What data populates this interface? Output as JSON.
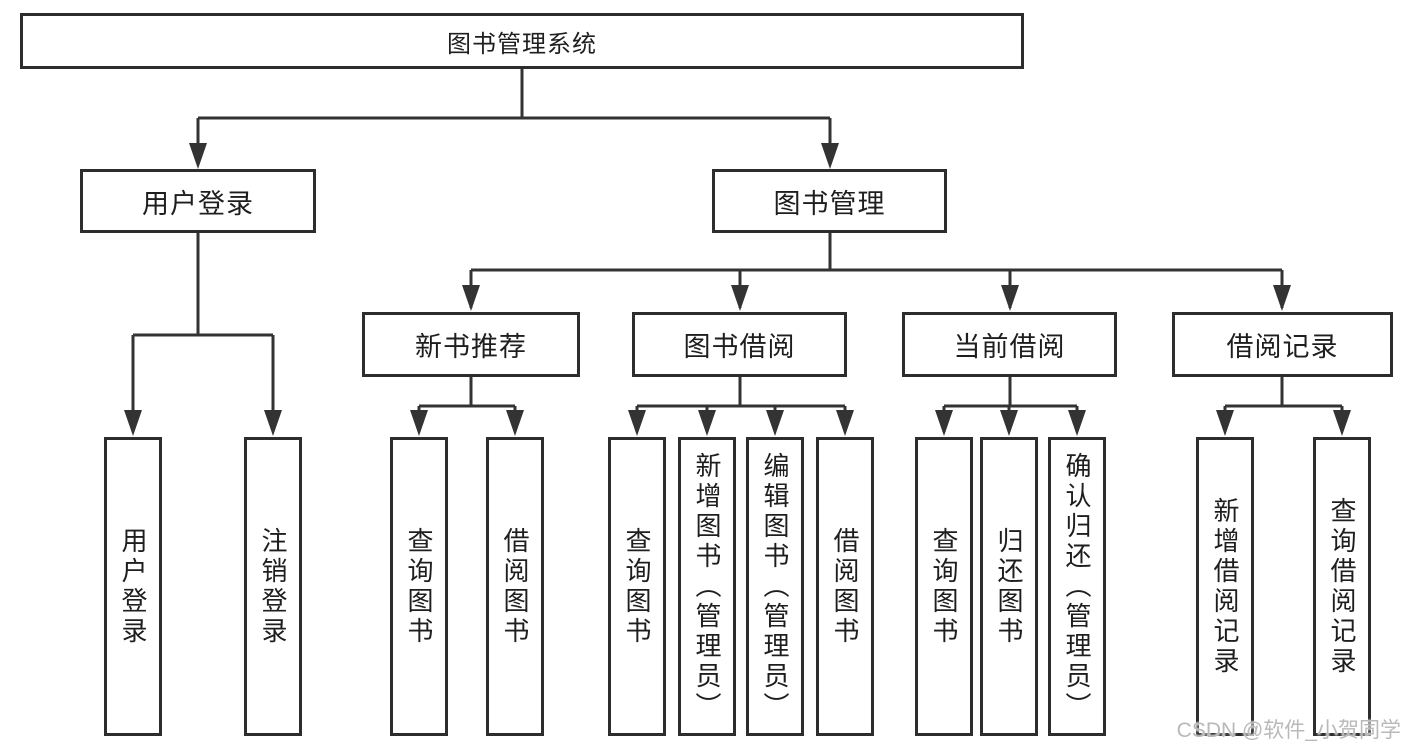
{
  "tree": {
    "root": {
      "label": "图书管理系统"
    },
    "branches": {
      "user_login": {
        "label": "用户登录",
        "leaves": {
          "login": {
            "label": "用户登录"
          },
          "logout": {
            "label": "注销登录"
          }
        }
      },
      "book_management": {
        "label": "图书管理",
        "sections": {
          "new_book_recommend": {
            "label": "新书推荐",
            "leaves": {
              "query_books": {
                "label": "查询图书"
              },
              "borrow_books": {
                "label": "借阅图书"
              }
            }
          },
          "book_borrowing": {
            "label": "图书借阅",
            "leaves": {
              "query_books": {
                "label": "查询图书"
              },
              "add_books_admin": {
                "label": "新增图书（管理员）"
              },
              "edit_books_admin": {
                "label": "编辑图书（管理员）"
              },
              "borrow_books": {
                "label": "借阅图书"
              }
            }
          },
          "current_borrowing": {
            "label": "当前借阅",
            "leaves": {
              "query_books": {
                "label": "查询图书"
              },
              "return_books": {
                "label": "归还图书"
              },
              "confirm_return_admin": {
                "label": "确认归还（管理员）"
              }
            }
          },
          "borrowing_records": {
            "label": "借阅记录",
            "leaves": {
              "add_record": {
                "label": "新增借阅记录"
              },
              "query_record": {
                "label": "查询借阅记录"
              }
            }
          }
        }
      }
    }
  },
  "watermark": "CSDN @软件_小贺同学",
  "colors": {
    "line": "#333333",
    "box_border": "#2d2d2d",
    "text": "#1e1e1e",
    "watermark": "#b9b9b9",
    "background": "#ffffff"
  }
}
